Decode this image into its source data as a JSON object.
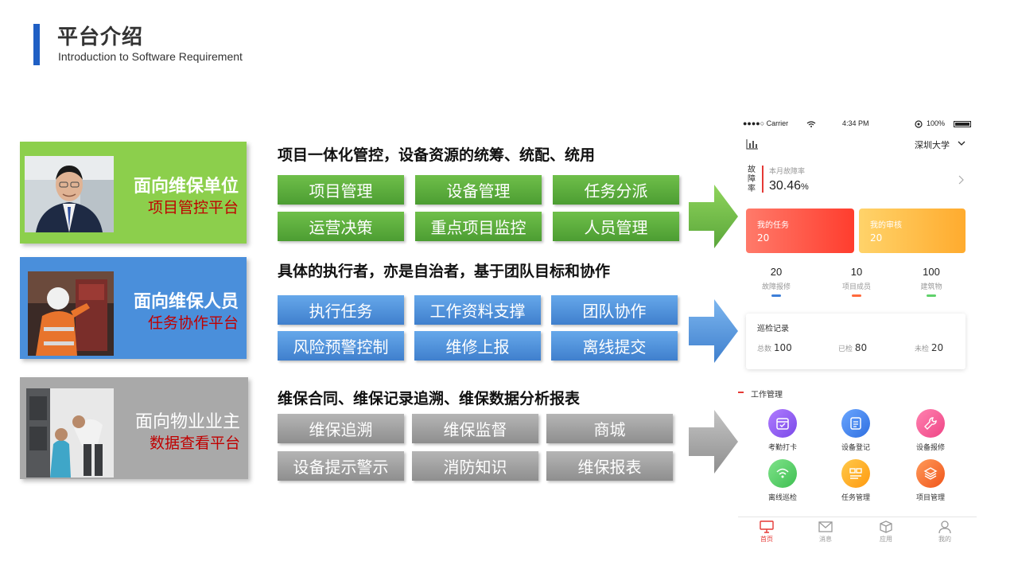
{
  "header": {
    "title": "平台介绍",
    "subtitle": "Introduction to Software Requirement"
  },
  "cards": [
    {
      "line1": "面向维保单位",
      "line2": "项目管控平台",
      "color": "#8ccf4c"
    },
    {
      "line1": "面向维保人员",
      "line2": "任务协作平台",
      "color": "#4a8fdb"
    },
    {
      "line1": "面向物业业主",
      "line2": "数据查看平台",
      "color": "#a9a9a9"
    }
  ],
  "sections": [
    {
      "title": "项目一体化管控，设备资源的统筹、统配、统用",
      "buttons": [
        "项目管理",
        "设备管理",
        "任务分派",
        "运营决策",
        "重点项目监控",
        "人员管理"
      ]
    },
    {
      "title": "具体的执行者，亦是自治者，基于团队目标和协作",
      "buttons": [
        "执行任务",
        "工作资料支撑",
        "团队协作",
        "风险预警控制",
        "维修上报",
        "离线提交"
      ]
    },
    {
      "title": "维保合同、维保记录追溯、维保数据分析报表",
      "buttons": [
        "维保追溯",
        "维保监督",
        "商城",
        "设备提示警示",
        "消防知识",
        "维保报表"
      ]
    }
  ],
  "phone": {
    "status": {
      "carrier": "●●●●○ Carrier",
      "time": "4:34 PM",
      "battery": "100%"
    },
    "location": "深圳大学",
    "fault": {
      "side_label": "故障率",
      "label": "本月故障率",
      "value": "30.46",
      "unit": "%"
    },
    "tasks": [
      {
        "label": "我的任务",
        "value": "20"
      },
      {
        "label": "我的审核",
        "value": "20"
      }
    ],
    "stats": [
      {
        "value": "20",
        "label": "故障报修",
        "color": "#3d7fd8"
      },
      {
        "value": "10",
        "label": "项目成员",
        "color": "#ff6a3d"
      },
      {
        "value": "100",
        "label": "建筑物",
        "color": "#5fd16a"
      }
    ],
    "patrol": {
      "title": "巡检记录",
      "items": [
        {
          "label": "总数",
          "value": "100"
        },
        {
          "label": "已检",
          "value": "80"
        },
        {
          "label": "未检",
          "value": "20"
        }
      ]
    },
    "work": {
      "title": "工作管理",
      "items": [
        {
          "label": "考勤打卡",
          "icon": "calendar-check-icon",
          "color": "#8a5cf0"
        },
        {
          "label": "设备登记",
          "icon": "register-icon",
          "color": "#3d7fe8"
        },
        {
          "label": "设备报修",
          "icon": "wrench-icon",
          "color": "#f0508f"
        },
        {
          "label": "离线巡检",
          "icon": "wifi-icon",
          "color": "#5fd16a"
        },
        {
          "label": "任务管理",
          "icon": "task-icon",
          "color": "#ffab1a"
        },
        {
          "label": "项目管理",
          "icon": "layers-icon",
          "color": "#ff6a2a"
        }
      ]
    },
    "tabs": [
      "首页",
      "消息",
      "应用",
      "我的"
    ]
  }
}
